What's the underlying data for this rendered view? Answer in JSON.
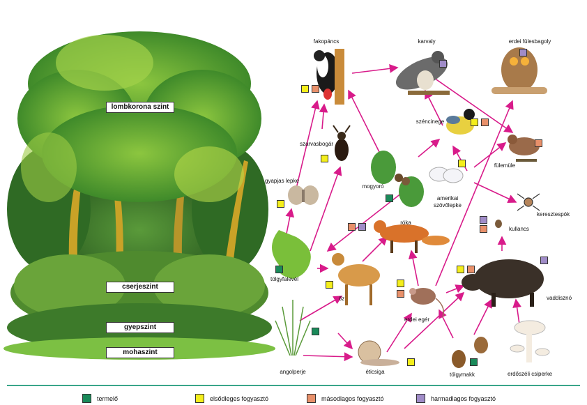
{
  "colors": {
    "producer": "#1a8a5a",
    "primary": "#f4ee1c",
    "secondary": "#e8906a",
    "tertiary": "#a08cc8",
    "arrow": "#d81b8a",
    "legend_line": "#3aa58a"
  },
  "forest_layers": {
    "canopy": "lombkorona szint",
    "shrub": "cserjeszint",
    "herb": "gyepszint",
    "moss": "mohaszint"
  },
  "organisms": {
    "fakopancs": "fakopáncs",
    "karvaly": "karvaly",
    "bagoly": "erdei fülesbagoly",
    "szencinege": "széncinege",
    "szarvasbogar": "szarvasbogár",
    "fulemule": "fülemüle",
    "gyapjas": "gyapjas lepke",
    "mogyoro": "mogyoró",
    "amerikai1": "amerikai",
    "amerikai2": "szövőlepke",
    "keresztespok": "keresztespók",
    "roka": "róka",
    "kullancs": "kullancs",
    "tolgyfalevel": "tölgyfalevél",
    "oz": "őz",
    "vaddiszno": "vaddisznó",
    "eger": "erdei egér",
    "angolperje": "angolperje",
    "eticsiga": "éticsiga",
    "tolgymakk": "tölgymakk",
    "csiperke": "erdőszéli csiperke"
  },
  "legend": {
    "producer": "termelő",
    "primary": "elsődleges fogyasztó",
    "secondary": "másodlagos fogyasztó",
    "tertiary": "harmadlagos fogyasztó"
  }
}
